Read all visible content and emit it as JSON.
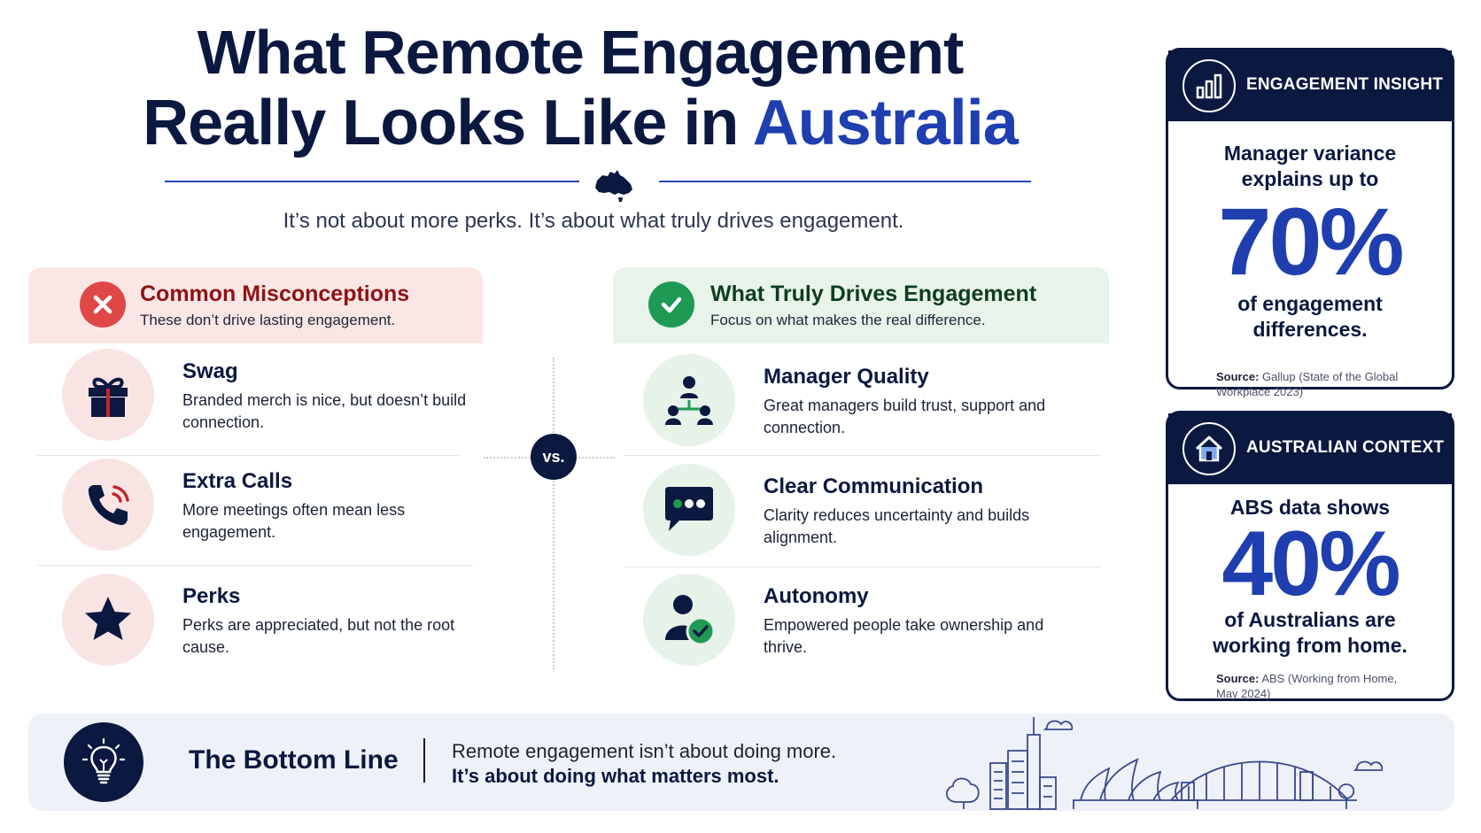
{
  "title": {
    "line1": "What Remote Engagement",
    "line2_prefix": "Really Looks Like in ",
    "line2_accent": "Australia"
  },
  "subtitle": "It’s not about more perks. It’s about what truly drives engagement.",
  "misconceptions": {
    "title": "Common Misconceptions",
    "subtitle": "These don’t drive lasting engagement.",
    "items": [
      {
        "title": "Swag",
        "desc": "Branded merch is nice, but doesn’t build connection.",
        "icon": "gift-icon"
      },
      {
        "title": "Extra Calls",
        "desc": "More meetings often mean less engagement.",
        "icon": "phone-icon"
      },
      {
        "title": "Perks",
        "desc": "Perks are appreciated, but not the root cause.",
        "icon": "star-icon"
      }
    ]
  },
  "vs_label": "vs.",
  "drivers": {
    "title": "What Truly Drives Engagement",
    "subtitle": "Focus on what makes the real difference.",
    "items": [
      {
        "title": "Manager Quality",
        "desc": "Great managers build trust, support and connection.",
        "icon": "team-hierarchy-icon"
      },
      {
        "title": "Clear Communication",
        "desc": "Clarity reduces uncertainty and builds alignment.",
        "icon": "chat-bubble-icon"
      },
      {
        "title": "Autonomy",
        "desc": "Empowered people take ownership and thrive.",
        "icon": "user-check-icon"
      }
    ]
  },
  "insight_card": {
    "title": "ENGAGEMENT INSIGHT",
    "lead": "Manager variance explains up to",
    "big": "70%",
    "tail": "of engagement differences.",
    "source_label": "Source:",
    "source_text": "Gallup (State of the Global Workplace 2023)",
    "icon": "bar-chart-icon"
  },
  "context_card": {
    "title": "AUSTRALIAN CONTEXT",
    "lead": "ABS data shows",
    "big": "40%",
    "tail": "of Australians are working from home.",
    "source_label": "Source:",
    "source_text": "ABS (Working from Home, May 2024)",
    "icon": "house-icon"
  },
  "bottom_line": {
    "title": "The Bottom Line",
    "line1": "Remote engagement isn’t about doing more.",
    "line2": "It’s about doing what matters most.",
    "icon": "lightbulb-icon"
  },
  "colors": {
    "navy": "#0b1840",
    "blue_accent": "#1f3fb0",
    "red": "#e04848",
    "green": "#1f9a55",
    "pink_bg": "#fbe6e6",
    "green_bg": "#e8f3ea"
  }
}
